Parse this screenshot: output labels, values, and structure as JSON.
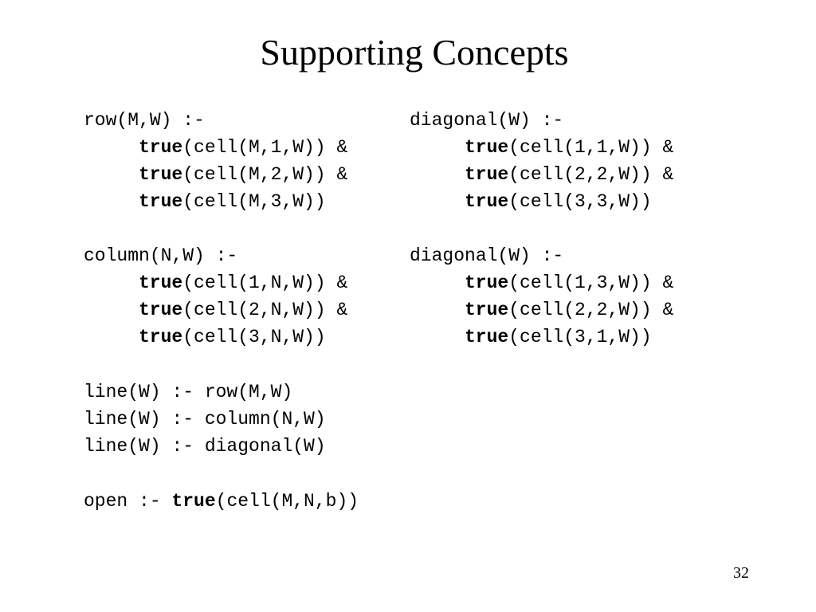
{
  "slide": {
    "title": "Supporting Concepts",
    "page_number": "32"
  },
  "left_column": {
    "row": {
      "head": "row(M,W) :-",
      "body": [
        {
          "keyword": "true",
          "rest": "(cell(M,1,W)) &"
        },
        {
          "keyword": "true",
          "rest": "(cell(M,2,W)) &"
        },
        {
          "keyword": "true",
          "rest": "(cell(M,3,W))"
        }
      ]
    },
    "column": {
      "head": "column(N,W) :-",
      "body": [
        {
          "keyword": "true",
          "rest": "(cell(1,N,W)) &"
        },
        {
          "keyword": "true",
          "rest": "(cell(2,N,W)) &"
        },
        {
          "keyword": "true",
          "rest": "(cell(3,N,W))"
        }
      ]
    },
    "line_rules": [
      "line(W) :- row(M,W)",
      "line(W) :- column(N,W)",
      "line(W) :- diagonal(W)"
    ],
    "open_rule": {
      "prefix": "open :- ",
      "keyword": "true",
      "rest": "(cell(M,N,b))"
    }
  },
  "right_column": {
    "diagonal1": {
      "head": "diagonal(W) :-",
      "body": [
        {
          "keyword": "true",
          "rest": "(cell(1,1,W)) &"
        },
        {
          "keyword": "true",
          "rest": "(cell(2,2,W)) &"
        },
        {
          "keyword": "true",
          "rest": "(cell(3,3,W))"
        }
      ]
    },
    "diagonal2": {
      "head": "diagonal(W) :-",
      "body": [
        {
          "keyword": "true",
          "rest": "(cell(1,3,W)) &"
        },
        {
          "keyword": "true",
          "rest": "(cell(2,2,W)) &"
        },
        {
          "keyword": "true",
          "rest": "(cell(3,1,W))"
        }
      ]
    }
  }
}
